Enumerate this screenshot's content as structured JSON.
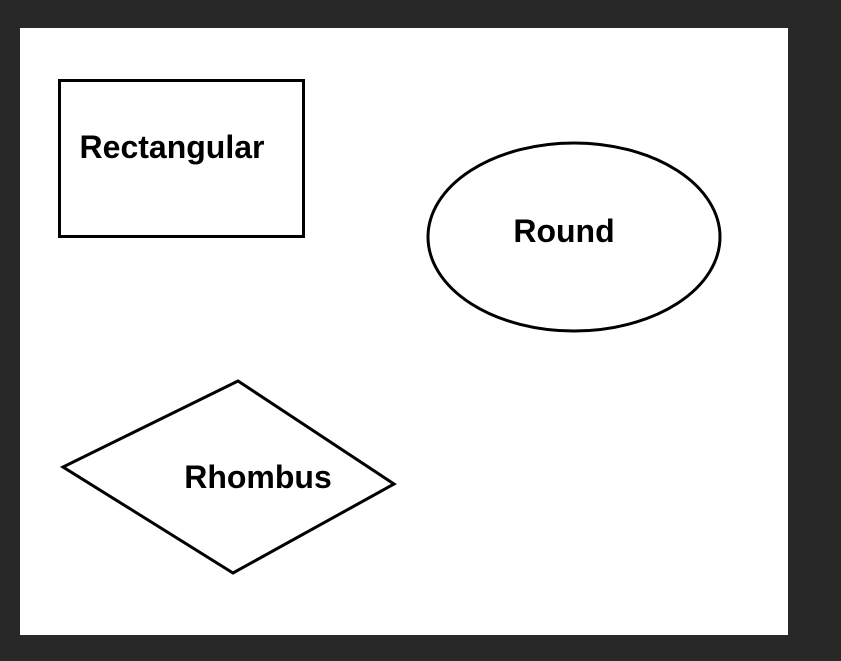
{
  "page": {
    "background_color": "#282828",
    "canvas_color": "#ffffff",
    "stroke_color": "#000000",
    "text_color": "#000000"
  },
  "shapes": [
    {
      "id": "rectangle",
      "type": "rectangle",
      "label": "Rectangular"
    },
    {
      "id": "ellipse",
      "type": "ellipse",
      "label": "Round"
    },
    {
      "id": "rhombus",
      "type": "rhombus",
      "label": "Rhombus"
    }
  ]
}
